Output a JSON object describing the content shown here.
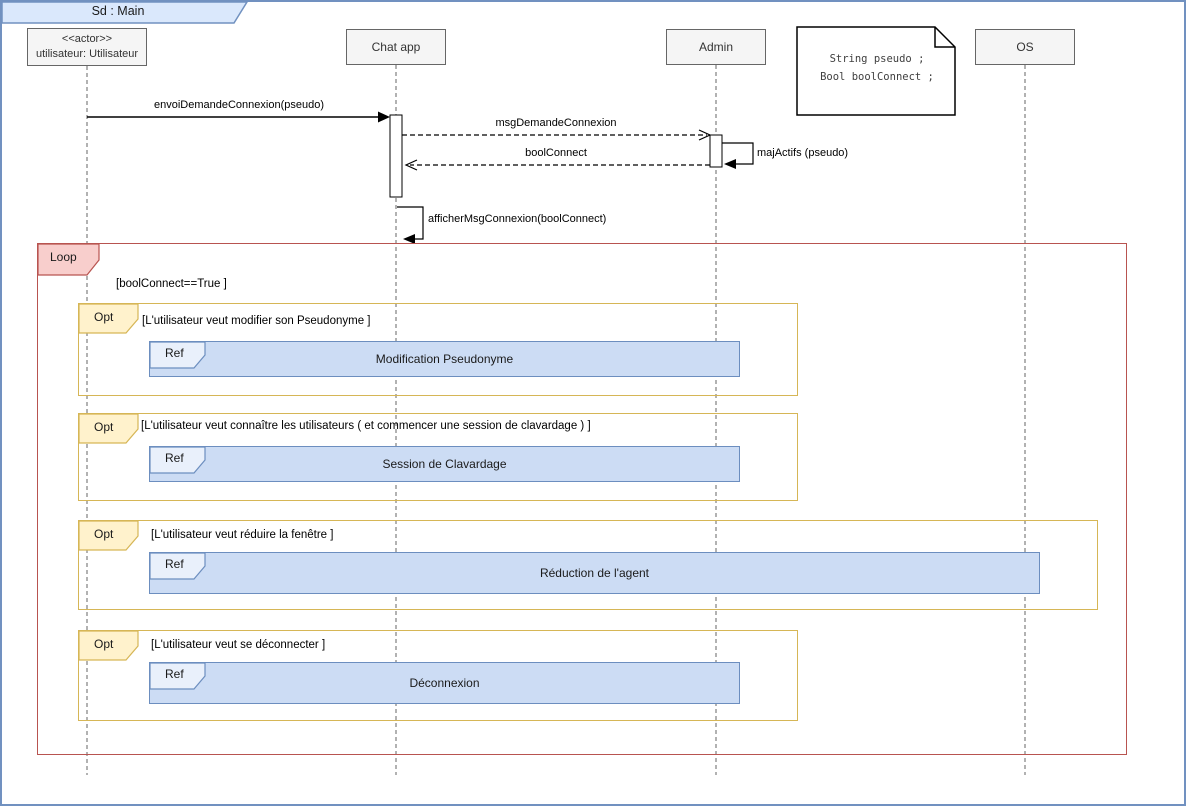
{
  "frame": {
    "title": "Sd : Main"
  },
  "lifelines": [
    {
      "id": "actor",
      "line1": "<<actor>>",
      "line2": "utilisateur: Utilisateur"
    },
    {
      "id": "chat-app",
      "label": "Chat app"
    },
    {
      "id": "admin",
      "label": "Admin"
    },
    {
      "id": "os",
      "label": "OS"
    }
  ],
  "note": {
    "line1": "String pseudo ;",
    "line2": "Bool boolConnect ;"
  },
  "messages": {
    "envoi": "envoiDemandeConnexion(pseudo)",
    "msg_demande": "msgDemandeConnexion",
    "bool_connect": "boolConnect",
    "maj_actifs": "majActifs (pseudo)",
    "afficher": "afficherMsgConnexion(boolConnect)"
  },
  "fragments": {
    "loop": {
      "label": "Loop",
      "guard": "[boolConnect==True ]"
    },
    "opts": [
      {
        "label": "Opt",
        "guard": "[L'utilisateur veut modifier son Pseudonyme ]",
        "ref_label": "Ref",
        "ref_name": "Modification Pseudonyme"
      },
      {
        "label": "Opt",
        "guard": "[L'utilisateur veut connaître les utilisateurs ( et commencer une session de clavardage ) ]",
        "ref_label": "Ref",
        "ref_name": "Session de Clavardage"
      },
      {
        "label": "Opt",
        "guard": "[L'utilisateur veut réduire la fenêtre ]",
        "ref_label": "Ref",
        "ref_name": "Réduction de l'agent"
      },
      {
        "label": "Opt",
        "guard": "[L'utilisateur veut se déconnecter ]",
        "ref_label": "Ref",
        "ref_name": "Déconnexion"
      }
    ]
  },
  "colors": {
    "frame_border": "#7191c0",
    "title_fill": "#dae8fc",
    "loop_border": "#b85450",
    "loop_fill": "#f8cecc",
    "opt_border": "#d6b656",
    "opt_fill": "#fff2cc",
    "ref_border": "#6c8ebf",
    "ref_fill": "#ccdcf4",
    "ref_pent_fill": "#e9f0fb",
    "head_fill": "#f5f5f5"
  }
}
